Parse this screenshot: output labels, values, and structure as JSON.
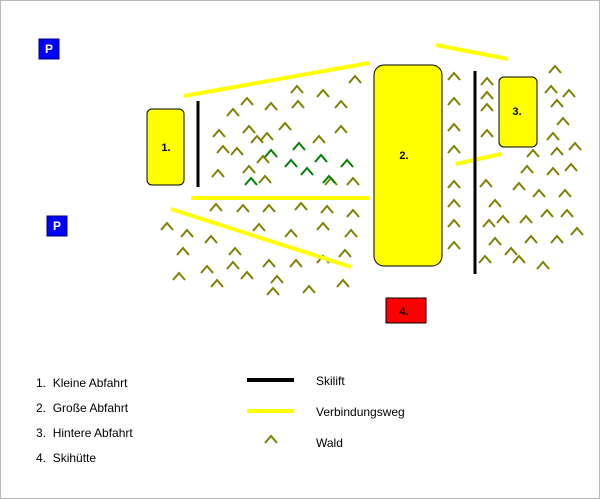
{
  "map": {
    "parking_label": "P",
    "areas": [
      {
        "id": "1",
        "label": "1."
      },
      {
        "id": "2",
        "label": "2."
      },
      {
        "id": "3",
        "label": "3."
      },
      {
        "id": "4",
        "label": "4."
      }
    ]
  },
  "legend": {
    "areas": [
      {
        "number": "1.",
        "name": "Kleine Abfahrt"
      },
      {
        "number": "2.",
        "name": "Große Abfahrt"
      },
      {
        "number": "3.",
        "name": "Hintere Abfahrt"
      },
      {
        "number": "4.",
        "name": "Skihütte"
      }
    ],
    "symbols": {
      "skilift": "Skilift",
      "path": "Verbindungsweg",
      "forest": "Wald"
    }
  },
  "colors": {
    "piste_fill": "#ffff00",
    "hut_fill": "#ff0000",
    "parking_fill": "#0000ff",
    "lift": "#000000",
    "path": "#ffff00",
    "forest": "#808000",
    "forest_dark": "#008000"
  },
  "icons": {
    "forest": "tree-chevron-icon",
    "parking": "parking-sign-icon"
  }
}
